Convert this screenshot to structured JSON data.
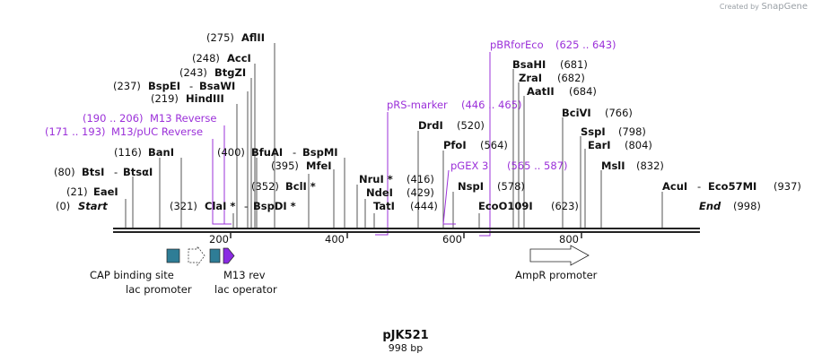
{
  "credit": {
    "created_by": "Created by",
    "brand": "SnapGene"
  },
  "plasmid": {
    "name": "pJK521",
    "length": "998 bp"
  },
  "scale": {
    "ticks": [
      "200",
      "400",
      "600",
      "800"
    ]
  },
  "sites": [
    {
      "pos": "(0)",
      "name": "Start"
    },
    {
      "pos": "(21)",
      "name": "EaeI"
    },
    {
      "pos": "(80)",
      "name": "BtsI",
      "name2": "BtsαI"
    },
    {
      "pos": "(116)",
      "name": "BanI"
    },
    {
      "pos": "(171 .. 193)",
      "name": "M13/pUC Reverse"
    },
    {
      "pos": "(190 .. 206)",
      "name": "M13 Reverse"
    },
    {
      "pos": "(219)",
      "name": "HindIII"
    },
    {
      "pos": "(237)",
      "name": "BspEI",
      "name2": "BsaWI"
    },
    {
      "pos": "(243)",
      "name": "BtgZI"
    },
    {
      "pos": "(248)",
      "name": "AccI"
    },
    {
      "pos": "(275)",
      "name": "AflII"
    },
    {
      "pos": "(321)",
      "name": "ClaI *",
      "name2": "BspDI *"
    },
    {
      "pos": "(400)",
      "name": "BfuAI",
      "name2": "BspMI"
    },
    {
      "pos": "(395)",
      "name": "MfeI"
    },
    {
      "pos": "(352)",
      "name": "BclI *"
    },
    {
      "pos": "(416)",
      "name": "NruI *"
    },
    {
      "pos": "(429)",
      "name": "NdeI"
    },
    {
      "pos": "(444)",
      "name": "TatI"
    },
    {
      "pos": "(446 .. 465)",
      "name": "pRS-marker"
    },
    {
      "pos": "(520)",
      "name": "DrdI"
    },
    {
      "pos": "(564)",
      "name": "PfoI"
    },
    {
      "pos": "(565 .. 587)",
      "name": "pGEX 3'"
    },
    {
      "pos": "(578)",
      "name": "NspI"
    },
    {
      "pos": "(623)",
      "name": "EcoO109I"
    },
    {
      "pos": "(625 .. 643)",
      "name": "pBRforEco"
    },
    {
      "pos": "(681)",
      "name": "BsaHI"
    },
    {
      "pos": "(682)",
      "name": "ZraI"
    },
    {
      "pos": "(684)",
      "name": "AatII"
    },
    {
      "pos": "(766)",
      "name": "BciVI"
    },
    {
      "pos": "(798)",
      "name": "SspI"
    },
    {
      "pos": "(804)",
      "name": "EarI"
    },
    {
      "pos": "(832)",
      "name": "MslI"
    },
    {
      "pos": "(937)",
      "name": "AcuI",
      "name2": "Eco57MI"
    },
    {
      "pos": "(998)",
      "name": "End"
    }
  ],
  "features": [
    {
      "name": "CAP binding site",
      "color": "#2e7d96"
    },
    {
      "name": "lac promoter",
      "color": "#ffffff"
    },
    {
      "name": "lac operator",
      "color": "#2e7d96"
    },
    {
      "name": "M13 rev",
      "color": "#8a2be2"
    },
    {
      "name": "AmpR promoter",
      "color": "#ffffff"
    }
  ],
  "colors": {
    "primer": "#9b30d9",
    "backbone": "#222222",
    "feature_teal": "#2e7d96"
  }
}
